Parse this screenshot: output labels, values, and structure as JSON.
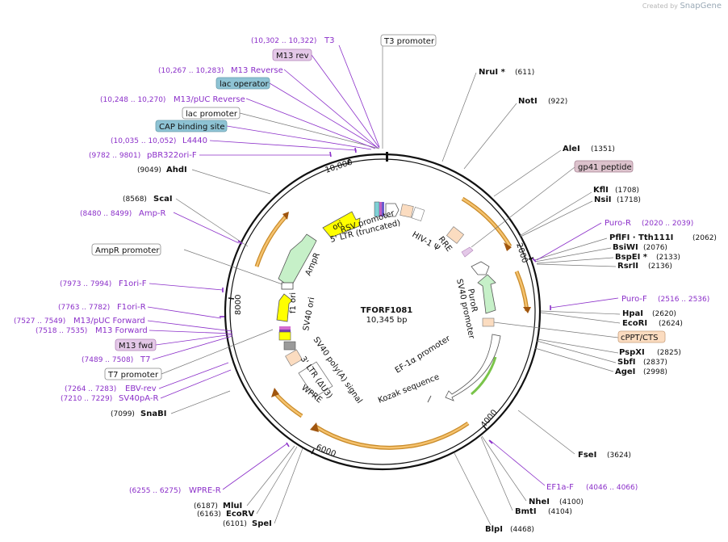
{
  "brand": {
    "created_by": "Created by",
    "name": "SnapGene"
  },
  "plasmid": {
    "name": "TFORF1081",
    "length": "10,345 bp"
  },
  "ticks": {
    "t2000": "2000",
    "t4000": "4000",
    "t6000": "6000",
    "t8000": "8000",
    "t10000": "10,000"
  },
  "right_labels": {
    "nrui": "NruI *",
    "nrui_pos": "(611)",
    "noti": "NotI",
    "noti_pos": "(922)",
    "alei": "AleI",
    "alei_pos": "(1351)",
    "gp41": "gp41 peptide",
    "kfli": "KflI",
    "kfli_pos": "(1708)",
    "nsii": "NsiI",
    "nsii_pos": "(1718)",
    "puror": "Puro-R",
    "puror_pos": "(2020 .. 2039)",
    "pflfi": "PflFI · Tth111I",
    "pflfi_pos": "(2062)",
    "bsiwi": "BsiWI",
    "bsiwi_pos": "(2076)",
    "bspei": "BspEI *",
    "bspei_pos": "(2133)",
    "rsrii": "RsrII",
    "rsrii_pos": "(2136)",
    "purof": "Puro-F",
    "purof_pos": "(2516 .. 2536)",
    "hpai": "HpaI",
    "hpai_pos": "(2620)",
    "ecori": "EcoRI",
    "ecori_pos": "(2624)",
    "cppt": "cPPT/CTS",
    "pspxi": "PspXI",
    "pspxi_pos": "(2825)",
    "sbfi": "SbfI",
    "sbfi_pos": "(2837)",
    "agei": "AgeI",
    "agei_pos": "(2998)",
    "fsei": "FseI",
    "fsei_pos": "(3624)",
    "ef1af": "EF1a-F",
    "ef1af_pos": "(4046 .. 4066)",
    "nhei": "NheI",
    "nhei_pos": "(4100)",
    "bmti": "BmtI",
    "bmti_pos": "(4104)",
    "blpi": "BlpI",
    "blpi_pos": "(4468)"
  },
  "left_labels": {
    "t3": "T3",
    "t3_pos": "(10,302 .. 10,322)",
    "t3prom": "T3 promoter",
    "m13rev": "M13 rev",
    "m13reverse": "M13 Reverse",
    "m13reverse_pos": "(10,267 .. 10,283)",
    "lacop": "lac operator",
    "m13puc_rev": "M13/pUC Reverse",
    "m13puc_rev_pos": "(10,248 .. 10,270)",
    "lacprom": "lac promoter",
    "cap": "CAP binding site",
    "l4440": "L4440",
    "l4440_pos": "(10,035 .. 10,052)",
    "pbr": "pBR322ori-F",
    "pbr_pos": "(9782 .. 9801)",
    "ahdi": "AhdI",
    "ahdi_pos": "(9049)",
    "scai": "ScaI",
    "scai_pos": "(8568)",
    "ampr": "Amp-R",
    "ampr_pos": "(8480 .. 8499)",
    "ampprom": "AmpR promoter",
    "f1orif": "F1ori-F",
    "f1orif_pos": "(7973 .. 7994)",
    "f1orir": "F1ori-R",
    "f1orir_pos": "(7763 .. 7782)",
    "m13puc_fwd": "M13/pUC Forward",
    "m13puc_fwd_pos": "(7527 .. 7549)",
    "m13forward": "M13 Forward",
    "m13forward_pos": "(7518 .. 7535)",
    "m13fwd": "M13 fwd",
    "t7": "T7",
    "t7_pos": "(7489 .. 7508)",
    "t7prom": "T7 promoter",
    "ebv": "EBV-rev",
    "ebv_pos": "(7264 .. 7283)",
    "sv40pa": "SV40pA-R",
    "sv40pa_pos": "(7210 .. 7229)",
    "snabi": "SnaBI",
    "snabi_pos": "(7099)",
    "wpre": "WPRE-R",
    "wpre_pos": "(6255 .. 6275)",
    "mlui": "MluI",
    "mlui_pos": "(6187)",
    "ecorv": "EcoRV",
    "ecorv_pos": "(6163)",
    "spei": "SpeI",
    "spei_pos": "(6101)"
  },
  "features": {
    "rsv": "RSV promoter",
    "ltr5": "5' LTR (truncated)",
    "hiv": "HIV-1 Ψ",
    "rre": "RRE",
    "puror": "PuroR",
    "sv40prom": "SV40 promoter",
    "ef1a": "EF-1α promoter",
    "kozak": "Kozak sequence",
    "wpre": "WPRE",
    "ltr3": "3' LTR (ΔU3)",
    "sv40polya": "SV40 poly(A) signal",
    "f1ori": "f1 ori",
    "sv40ori": "SV40 ori",
    "ampr": "AmpR",
    "ori": "ori"
  },
  "colors": {
    "purple": "#8b2fc9",
    "orange_arc": "#f5b04a",
    "brown_arrow": "#a0560f",
    "green_arrow": "#c6f0c8",
    "yellow": "#ffff00",
    "backbone": "#111111"
  }
}
